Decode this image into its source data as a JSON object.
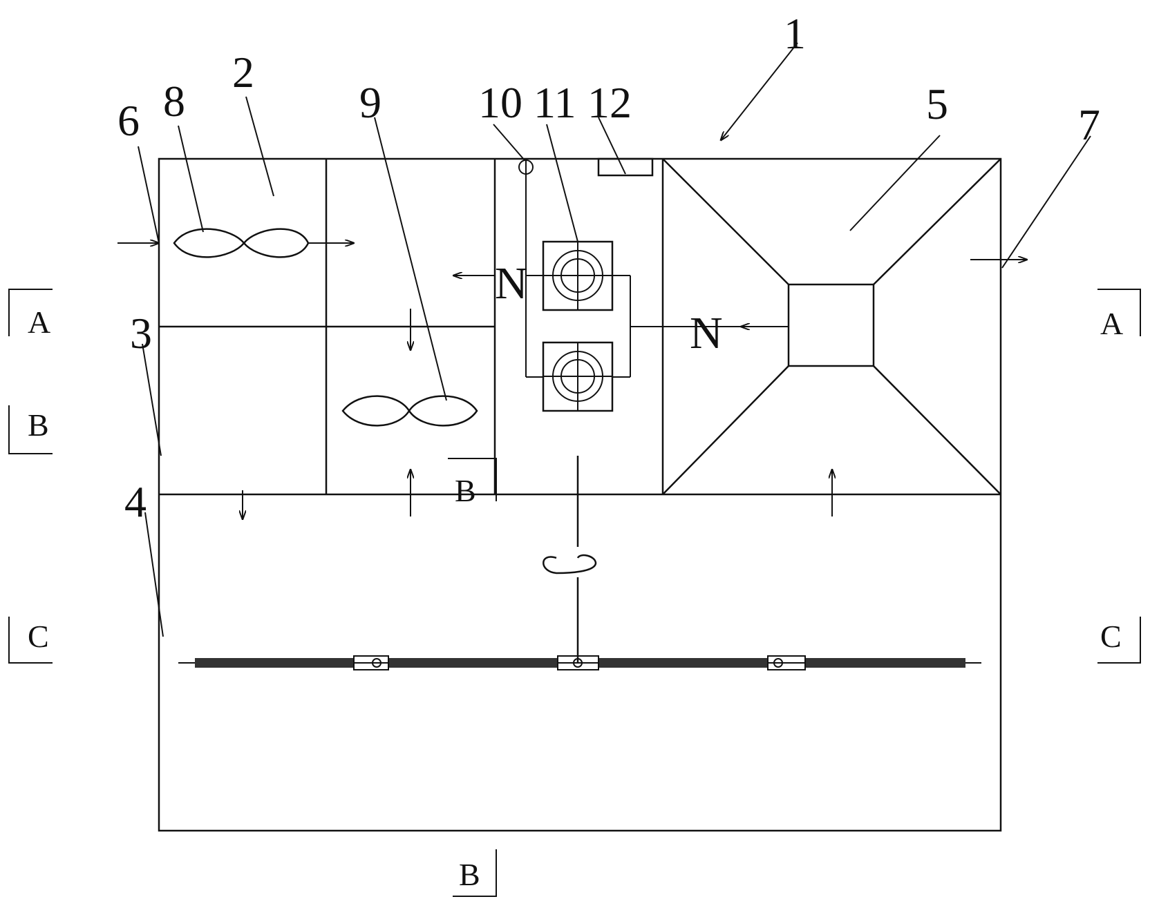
{
  "labels": {
    "n1": "1",
    "n2": "2",
    "n3": "3",
    "n4": "4",
    "n5": "5",
    "n6": "6",
    "n7": "7",
    "n8": "8",
    "n9": "9",
    "n10": "10",
    "n11": "11",
    "n12": "12"
  },
  "sections": {
    "a": "A",
    "b": "B",
    "c": "C"
  },
  "markers": {
    "n_mark": "N"
  }
}
